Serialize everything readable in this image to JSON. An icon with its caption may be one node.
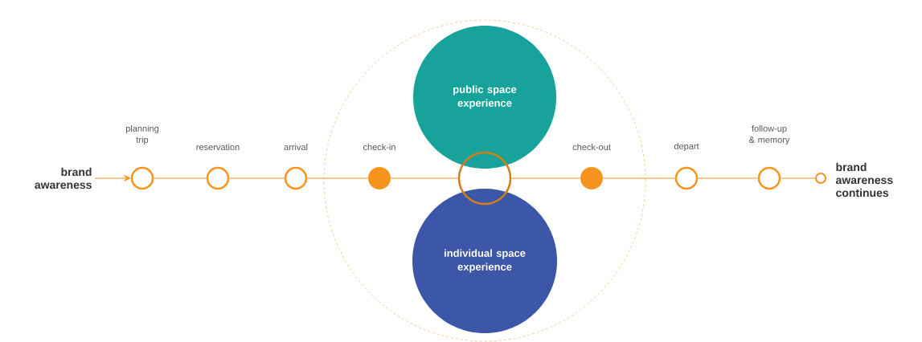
{
  "diagram": {
    "nodes": [
      {
        "text": [
          "brand awareness"
        ]
      },
      {
        "text": [],
        "shape": "circle",
        "beside": [
          "planning trip"
        ]
      },
      {
        "text": [],
        "shape": "circle",
        "beside": [
          "reservation"
        ]
      },
      {
        "text": [],
        "shape": "circle",
        "beside": [
          "arrival"
        ]
      },
      {
        "text": [],
        "shape": "circle"
      },
      {
        "text": [],
        "shape": "circle",
        "beside": [
          "check-in"
        ],
        "in": 4
      },
      {
        "text": [
          "public space experience"
        ],
        "in": 4
      },
      {
        "text": [],
        "shape": "circle",
        "in": 4
      },
      {
        "text": [
          "individual space experience"
        ],
        "in": 4
      },
      {
        "text": [],
        "shape": "circle",
        "beside": [
          "check-out"
        ],
        "in": 4
      },
      {
        "text": [],
        "shape": "circle",
        "beside": [
          "depart"
        ]
      },
      {
        "text": [],
        "shape": "circle",
        "beside": [
          "follow-up & memory"
        ]
      },
      {
        "text": [],
        "shape": "circle"
      },
      {
        "text": [
          "brand awareness continues"
        ]
      }
    ],
    "edges": [
      {
        "from": 0,
        "to": 1,
        "arrow": "to"
      },
      {
        "from": 1,
        "to": 2,
        "arrow": "none"
      },
      {
        "from": 2,
        "to": 3,
        "arrow": "none"
      },
      {
        "from": 3,
        "to": 5,
        "arrow": "none"
      },
      {
        "from": 5,
        "to": 7,
        "arrow": "none"
      },
      {
        "from": 7,
        "to": 9,
        "arrow": "none"
      },
      {
        "from": 9,
        "to": 10,
        "arrow": "none"
      },
      {
        "from": 10,
        "to": 11,
        "arrow": "none"
      },
      {
        "from": 11,
        "to": 12,
        "arrow": "none"
      }
    ]
  }
}
